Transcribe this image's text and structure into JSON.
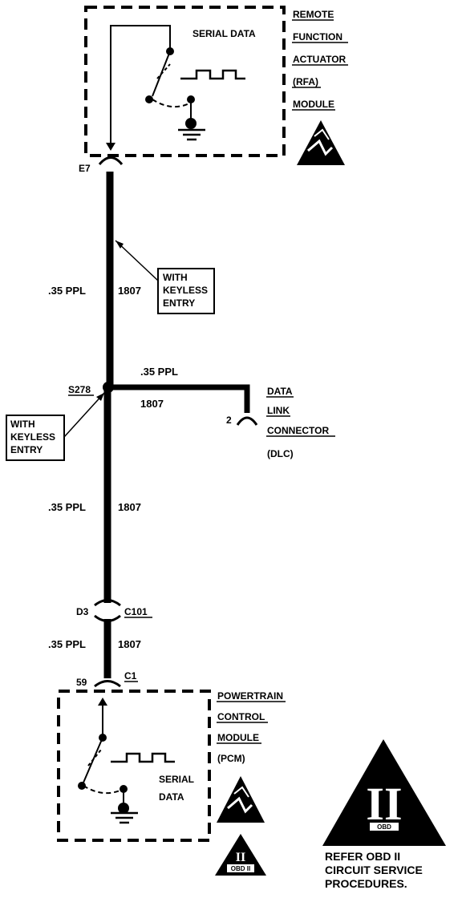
{
  "rfa_module": {
    "signal_label": "SERIAL DATA",
    "name_lines": [
      "REMOTE",
      "FUNCTION",
      "ACTUATOR",
      "(RFA)",
      "MODULE"
    ]
  },
  "pcm_module": {
    "signal_lines": [
      "SERIAL",
      "DATA"
    ],
    "name_lines": [
      "POWERTRAIN",
      "CONTROL",
      "MODULE",
      "(PCM)"
    ]
  },
  "dlc": {
    "pin": "2",
    "name_lines": [
      "DATA",
      "LINK",
      "CONNECTOR",
      "(DLC)"
    ]
  },
  "pins": {
    "rfa_pin": "E7",
    "c101_pin": "D3",
    "c101_name": "C101",
    "pcm_pin": "59",
    "pcm_connector": "C1"
  },
  "splice": {
    "name": "S278"
  },
  "wires": {
    "gauge_color": ".35 PPL",
    "circuit": "1807"
  },
  "callouts": {
    "keyless_lines": [
      "WITH",
      "KEYLESS",
      "ENTRY"
    ]
  },
  "obd": {
    "symbol": "II",
    "tag": "OBD II",
    "refer_lines": [
      "REFER  OBD II",
      "CIRCUIT SERVICE",
      "PROCEDURES."
    ]
  }
}
